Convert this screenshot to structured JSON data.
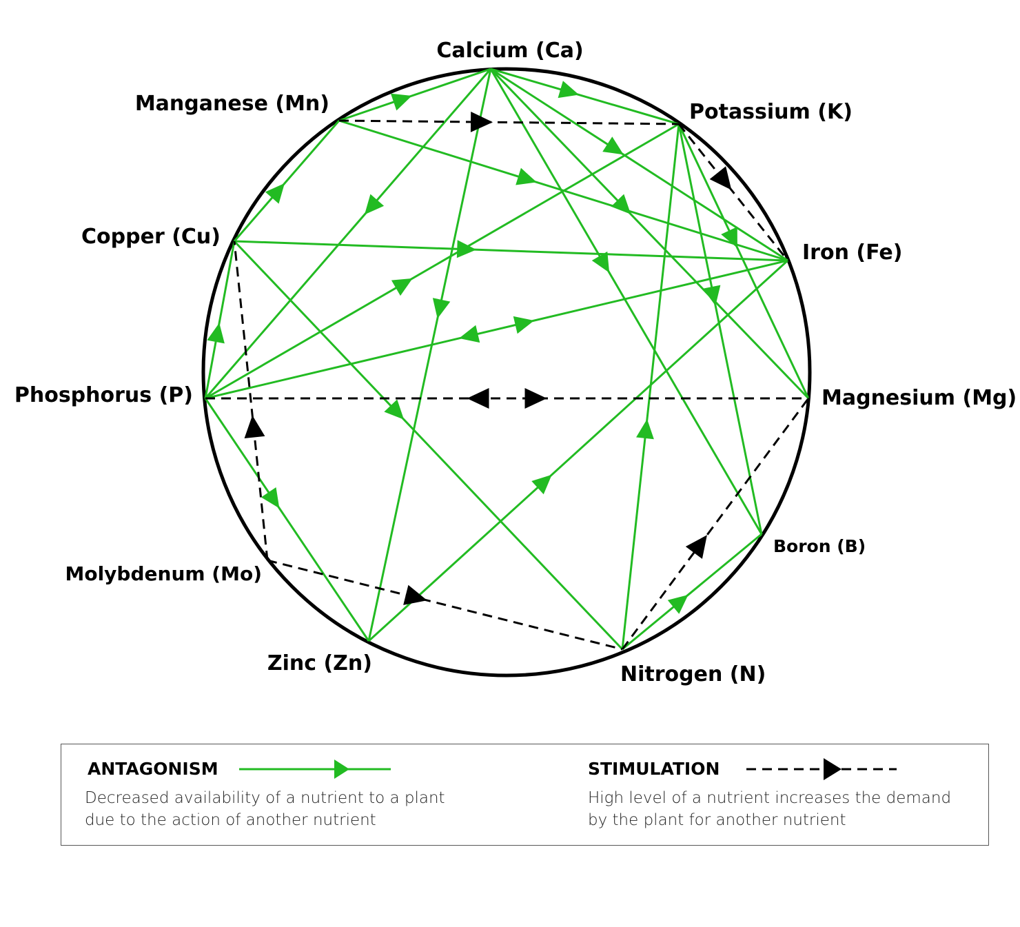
{
  "colors": {
    "antagonism": "#22bb22",
    "stimulation": "#000000",
    "circle": "#000000"
  },
  "nodes": [
    {
      "id": "Ca",
      "label": "Calcium (Ca)"
    },
    {
      "id": "Mn",
      "label": "Manganese (Mn)"
    },
    {
      "id": "K",
      "label": "Potassium (K)"
    },
    {
      "id": "Cu",
      "label": "Copper (Cu)"
    },
    {
      "id": "Fe",
      "label": "Iron (Fe)"
    },
    {
      "id": "P",
      "label": "Phosphorus (P)"
    },
    {
      "id": "Mg",
      "label": "Magnesium (Mg)"
    },
    {
      "id": "Mo",
      "label": "Molybdenum (Mo)"
    },
    {
      "id": "B",
      "label": "Boron (B)"
    },
    {
      "id": "Zn",
      "label": "Zinc (Zn)"
    },
    {
      "id": "N",
      "label": "Nitrogen (N)"
    }
  ],
  "antagonism_edges": [
    {
      "from": "Mn",
      "to": "Ca"
    },
    {
      "from": "Ca",
      "to": "K"
    },
    {
      "from": "Ca",
      "to": "Fe"
    },
    {
      "from": "Ca",
      "to": "B"
    },
    {
      "from": "Ca",
      "to": "Mg"
    },
    {
      "from": "Ca",
      "to": "Zn"
    },
    {
      "from": "Ca",
      "to": "P"
    },
    {
      "from": "Mn",
      "to": "Fe"
    },
    {
      "from": "Cu",
      "to": "Mn"
    },
    {
      "from": "Cu",
      "to": "Fe"
    },
    {
      "from": "Cu",
      "to": "N"
    },
    {
      "from": "P",
      "to": "Cu"
    },
    {
      "from": "P",
      "to": "K"
    },
    {
      "from": "P",
      "to": "Fe",
      "bidirectional": true
    },
    {
      "from": "P",
      "to": "Zn"
    },
    {
      "from": "K",
      "to": "B"
    },
    {
      "from": "K",
      "to": "Mg"
    },
    {
      "from": "N",
      "to": "K"
    },
    {
      "from": "Zn",
      "to": "Fe"
    },
    {
      "from": "N",
      "to": "B"
    }
  ],
  "stimulation_edges": [
    {
      "from": "Mn",
      "to": "K"
    },
    {
      "from": "K",
      "to": "Fe"
    },
    {
      "from": "P",
      "to": "Mg",
      "bidirectional": true
    },
    {
      "from": "Mo",
      "to": "Cu"
    },
    {
      "from": "Mo",
      "to": "N"
    },
    {
      "from": "N",
      "to": "Mg"
    }
  ],
  "legend": {
    "antagonism": {
      "title": "ANTAGONISM",
      "description_line1": "Decreased availability of a nutrient to a plant",
      "description_line2": "due to the action of another nutrient"
    },
    "stimulation": {
      "title": "STIMULATION",
      "description_line1": "High level of a nutrient increases the demand",
      "description_line2": "by the plant for another nutrient"
    }
  }
}
